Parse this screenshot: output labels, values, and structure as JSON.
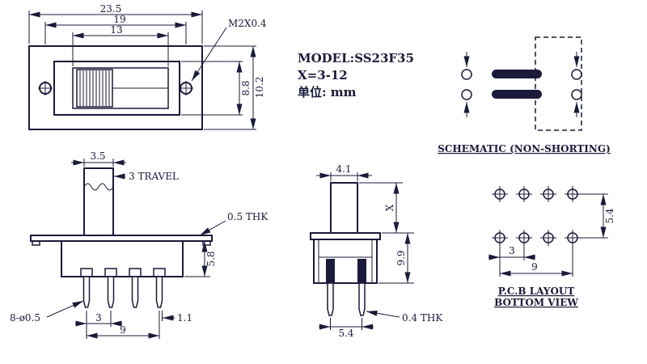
{
  "colors": {
    "ink": "#1a1a3a",
    "background": "#ffffff"
  },
  "title_block": {
    "model": "MODEL:SS23F35",
    "travel_range": "X=3-12",
    "unit_label": "单位: mm"
  },
  "top_view": {
    "dims": {
      "overall_width": "23.5",
      "hole_spacing": "19",
      "opening_width": "13",
      "thread_callout": "M2X0.4",
      "inner_height": "8.8",
      "overall_height": "10.2"
    }
  },
  "front_view": {
    "dims": {
      "knob_width": "3.5",
      "travel": "3 TRAVEL",
      "plate_thickness": "0.5 THK",
      "body_height": "5.8",
      "pin_holes": "8-ø0.5",
      "pin_pitch": "3",
      "pin_span": "9",
      "pin_width": "1.1"
    }
  },
  "side_view": {
    "dims": {
      "knob_depth": "4.1",
      "knob_height": "X",
      "body_height": "9.9",
      "pin_spacing": "5.4",
      "pin_thickness": "0.4 THK"
    }
  },
  "schematic": {
    "caption": "SCHEMATIC (NON-SHORTING)"
  },
  "pcb_view": {
    "dims": {
      "row_spacing": "5.4",
      "hole_pitch": "3",
      "hole_span": "9"
    },
    "caption_line1": "P.C.B LAYOUT",
    "caption_line2": "BOTTOM VIEW"
  }
}
